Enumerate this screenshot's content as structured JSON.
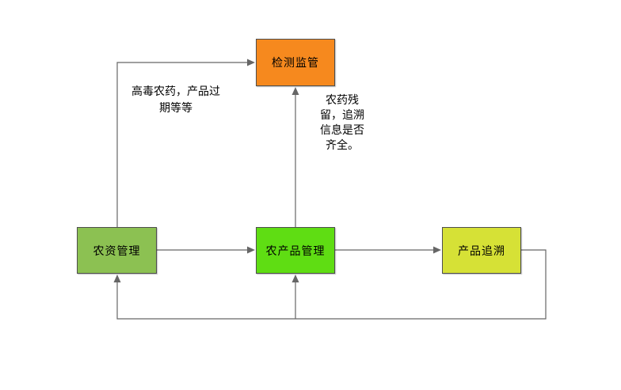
{
  "diagram": {
    "nodes": [
      {
        "id": "detection-supervision",
        "label": "检测监管",
        "fill": "#f6891e"
      },
      {
        "id": "agri-materials-management",
        "label": "农资管理",
        "fill": "#8cc152"
      },
      {
        "id": "agri-products-management",
        "label": "农产品管理",
        "fill": "#5fdd13"
      },
      {
        "id": "product-traceability",
        "label": "产品追溯",
        "fill": "#d6e136"
      }
    ],
    "annotations": [
      {
        "id": "toxic-pesticide-note",
        "text": "高毒农药，产品过期等等"
      },
      {
        "id": "residue-note",
        "text": "农药残留，追溯信息是否齐全。"
      }
    ],
    "edges": [
      {
        "from": "agri-materials-management",
        "to": "detection-supervision"
      },
      {
        "from": "agri-products-management",
        "to": "detection-supervision"
      },
      {
        "from": "agri-materials-management",
        "to": "agri-products-management"
      },
      {
        "from": "agri-products-management",
        "to": "product-traceability"
      },
      {
        "from": "product-traceability",
        "to": "agri-materials-management"
      },
      {
        "from": "product-traceability",
        "to": "agri-products-management"
      }
    ],
    "colors": {
      "background": "#ffffff",
      "border": "#4d4d4d",
      "line": "#666666",
      "text": "#000000"
    }
  }
}
